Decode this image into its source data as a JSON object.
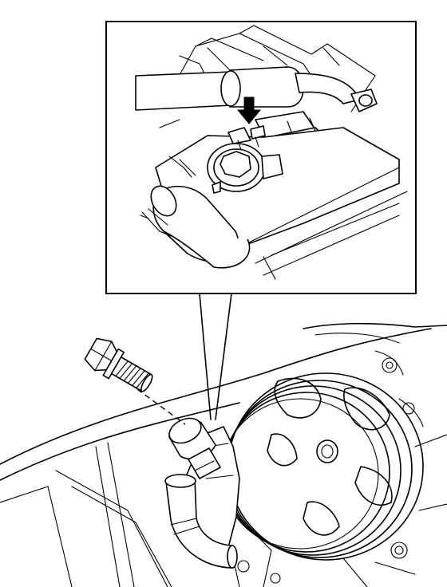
{
  "diagram": {
    "type": "technical-line-illustration",
    "subject": "power-steering-pump-union-bolt-removal",
    "callouts": [
      {
        "id": "detail-inset",
        "kind": "magnified-view"
      },
      {
        "id": "indicator-arrow",
        "kind": "arrow",
        "direction": "down"
      }
    ],
    "colors": {
      "ink": "#000000",
      "paper": "#ffffff"
    }
  }
}
